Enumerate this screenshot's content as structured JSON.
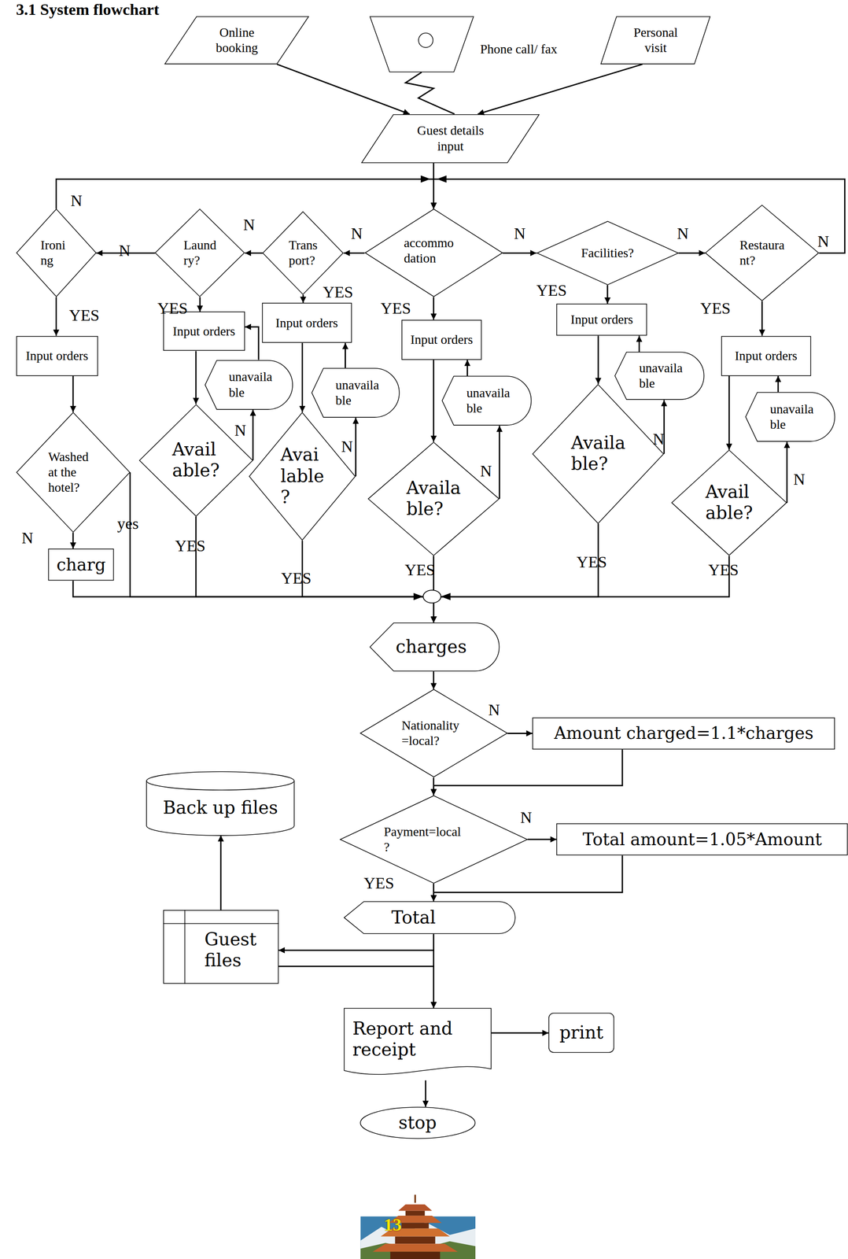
{
  "diagram": {
    "title": "3.1 System flowchart",
    "nodes": [
      {
        "text": [
          "Online booking"
        ]
      },
      {
        "text": [
          "Phone call/ fax"
        ]
      },
      {
        "text": [
          "Personal visit"
        ]
      },
      {
        "text": [
          "Guest details input"
        ]
      },
      {
        "text": [
          "Ironi ng"
        ]
      },
      {
        "text": [
          "Laund ry?"
        ]
      },
      {
        "text": [
          "Trans port?"
        ]
      },
      {
        "text": [
          "accommo dation"
        ]
      },
      {
        "text": [
          "Facilities?"
        ]
      },
      {
        "text": [
          "Restaura nt?"
        ]
      },
      {
        "text": [
          "Input orders"
        ]
      },
      {
        "text": [
          "Input orders"
        ]
      },
      {
        "text": [
          "Input orders"
        ]
      },
      {
        "text": [
          "Input orders"
        ]
      },
      {
        "text": [
          "Input orders"
        ]
      },
      {
        "text": [
          "Input orders"
        ]
      },
      {
        "text": [
          "unavaila ble"
        ]
      },
      {
        "text": [
          "unavaila ble"
        ]
      },
      {
        "text": [
          "unavaila ble"
        ]
      },
      {
        "text": [
          "unavaila ble"
        ]
      },
      {
        "text": [
          "unavaila ble"
        ]
      },
      {
        "text": [
          "Washed at the hotel?"
        ]
      },
      {
        "text": [
          "Avail able?"
        ]
      },
      {
        "text": [
          "Avai lable ?"
        ]
      },
      {
        "text": [
          "Availa ble?"
        ]
      },
      {
        "text": [
          "Availa ble?"
        ]
      },
      {
        "text": [
          "Avail able?"
        ]
      },
      {
        "text": [
          "charg"
        ]
      },
      {
        "text": [
          "charges"
        ]
      },
      {
        "text": [
          "Nationality =local?"
        ]
      },
      {
        "text": [
          "Amount charged=1.1*charges"
        ]
      },
      {
        "text": [
          "Back up files"
        ]
      },
      {
        "text": [
          "Payment=local ?"
        ]
      },
      {
        "text": [
          "Total amount=1.05*Amount"
        ]
      },
      {
        "text": [
          "Total"
        ]
      },
      {
        "text": [
          "Guest files"
        ]
      },
      {
        "text": [
          "Report and receipt"
        ]
      },
      {
        "text": [
          "print"
        ]
      },
      {
        "text": [
          "stop"
        ]
      }
    ],
    "edges": [
      {
        "from": 0,
        "to": 3,
        "arrow": "to"
      },
      {
        "from": 1,
        "to": 3,
        "arrow": "none"
      },
      {
        "from": 2,
        "to": 3,
        "arrow": "to"
      },
      {
        "from": 3,
        "to": 7,
        "arrow": "to"
      },
      {
        "from": 7,
        "to": 6,
        "label": "N",
        "arrow": "to"
      },
      {
        "from": 6,
        "to": 5,
        "label": "N",
        "arrow": "to"
      },
      {
        "from": 5,
        "to": 4,
        "label": "N",
        "arrow": "to"
      },
      {
        "from": 4,
        "to": 7,
        "label": "N",
        "arrow": "to"
      },
      {
        "from": 7,
        "to": 8,
        "label": "N",
        "arrow": "to"
      },
      {
        "from": 8,
        "to": 9,
        "label": "N",
        "arrow": "to"
      },
      {
        "from": 9,
        "to": 7,
        "label": "N",
        "arrow": "to"
      },
      {
        "from": 4,
        "to": 10,
        "label": "YES",
        "arrow": "to"
      },
      {
        "from": 5,
        "to": 11,
        "label": "YES",
        "arrow": "to"
      },
      {
        "from": 6,
        "to": 12,
        "label": "YES",
        "arrow": "to"
      },
      {
        "from": 7,
        "to": 13,
        "label": "YES",
        "arrow": "to"
      },
      {
        "from": 8,
        "to": 14,
        "label": "YES",
        "arrow": "to"
      },
      {
        "from": 9,
        "to": 15,
        "label": "YES",
        "arrow": "to"
      },
      {
        "from": 10,
        "to": 21,
        "arrow": "to"
      },
      {
        "from": 11,
        "to": 22,
        "arrow": "to"
      },
      {
        "from": 12,
        "to": 23,
        "arrow": "to"
      },
      {
        "from": 13,
        "to": 24,
        "arrow": "to"
      },
      {
        "from": 14,
        "to": 25,
        "arrow": "to"
      },
      {
        "from": 15,
        "to": 26,
        "arrow": "to"
      },
      {
        "from": 22,
        "to": 16,
        "label": "N",
        "arrow": "to"
      },
      {
        "from": 23,
        "to": 17,
        "label": "N",
        "arrow": "to"
      },
      {
        "from": 24,
        "to": 18,
        "label": "N",
        "arrow": "to"
      },
      {
        "from": 25,
        "to": 19,
        "label": "N",
        "arrow": "to"
      },
      {
        "from": 26,
        "to": 20,
        "label": "N",
        "arrow": "to"
      },
      {
        "from": 16,
        "to": 11,
        "arrow": "to"
      },
      {
        "from": 17,
        "to": 12,
        "arrow": "to"
      },
      {
        "from": 18,
        "to": 13,
        "arrow": "to"
      },
      {
        "from": 19,
        "to": 14,
        "arrow": "to"
      },
      {
        "from": 20,
        "to": 15,
        "arrow": "to"
      },
      {
        "from": 21,
        "to": 27,
        "label": "N",
        "arrow": "to"
      },
      {
        "from": 21,
        "to": 28,
        "label": "yes",
        "arrow": "to"
      },
      {
        "from": 27,
        "to": 28,
        "arrow": "to"
      },
      {
        "from": 22,
        "to": 28,
        "label": "YES",
        "arrow": "to"
      },
      {
        "from": 23,
        "to": 28,
        "label": "YES",
        "arrow": "to"
      },
      {
        "from": 24,
        "to": 28,
        "label": "YES",
        "arrow": "to"
      },
      {
        "from": 25,
        "to": 28,
        "label": "YES",
        "arrow": "to"
      },
      {
        "from": 26,
        "to": 28,
        "label": "YES",
        "arrow": "to"
      },
      {
        "from": 28,
        "to": 29,
        "arrow": "to"
      },
      {
        "from": 29,
        "to": 30,
        "label": "N",
        "arrow": "to"
      },
      {
        "from": 30,
        "to": 32,
        "arrow": "to"
      },
      {
        "from": 29,
        "to": 32,
        "arrow": "to"
      },
      {
        "from": 32,
        "to": 33,
        "label": "N",
        "arrow": "to"
      },
      {
        "from": 33,
        "to": 34,
        "arrow": "to"
      },
      {
        "from": 32,
        "to": 34,
        "label": "YES",
        "arrow": "to"
      },
      {
        "from": 34,
        "to": 35,
        "arrow": "to"
      },
      {
        "from": 35,
        "to": 36,
        "arrow": "to"
      },
      {
        "from": 34,
        "to": 36,
        "arrow": "to"
      },
      {
        "from": 35,
        "to": 31,
        "arrow": "to"
      },
      {
        "from": 36,
        "to": 37,
        "arrow": "to"
      },
      {
        "from": 36,
        "to": 38,
        "arrow": "to"
      }
    ],
    "labels": [
      "13"
    ]
  }
}
